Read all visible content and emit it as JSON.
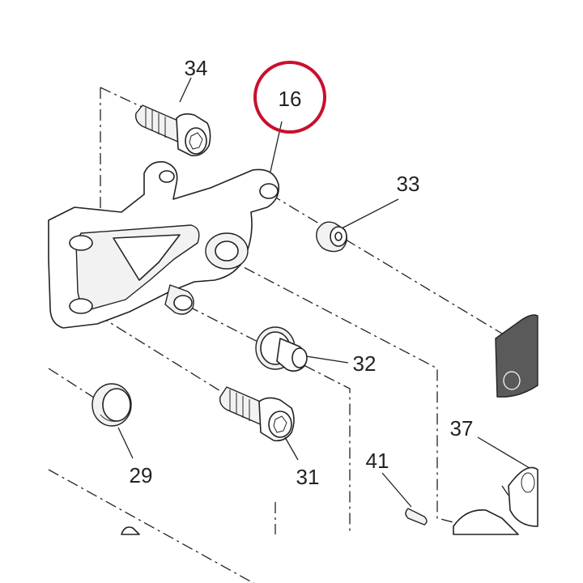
{
  "diagram": {
    "highlight_color": "#c8102e",
    "highlighted_part": "16",
    "labels": {
      "p16": "16",
      "p29": "29",
      "p31": "31",
      "p32": "32",
      "p33": "33",
      "p34": "34",
      "p37": "37",
      "p41": "41"
    }
  }
}
